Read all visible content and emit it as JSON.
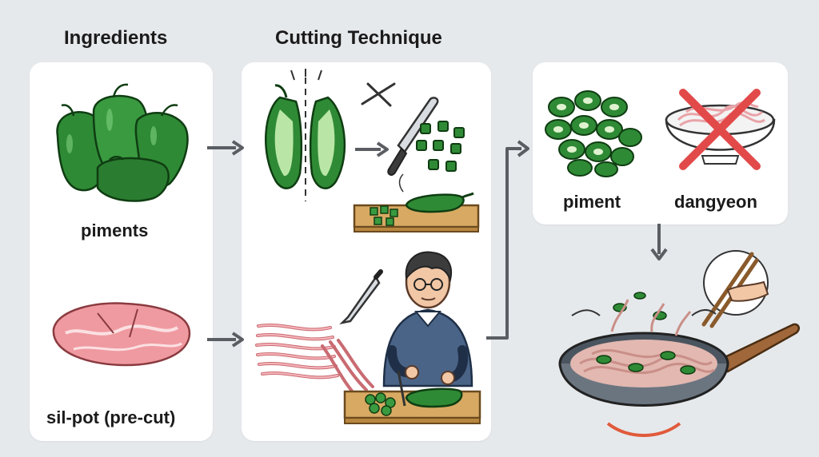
{
  "headings": {
    "ingredients": "Ingredients",
    "cutting": "Cutting Technique"
  },
  "labels": {
    "piments": "piments",
    "silpot": "sil-pot (pre-cut)",
    "piment": "piment",
    "dangyeon": "dangyeon"
  },
  "icons": [
    "green-pepper-icon",
    "pork-meat-icon",
    "halved-pepper-icon",
    "scissors-icon",
    "knife-icon",
    "diced-pepper-icon",
    "cutting-board-icon",
    "sliced-meat-icon",
    "chef-person-icon",
    "pepper-rings-icon",
    "noodle-bowl-icon",
    "cross-mark-icon",
    "wok-icon",
    "chopsticks-icon",
    "arrow-icon"
  ],
  "colors": {
    "background": "#e6e9ec",
    "panel": "#ffffff",
    "pepper_green": "#2f8a35",
    "meat_pink": "#ef9aa0",
    "cross_red": "#e24a4a",
    "arrow_gray": "#5a5e63"
  }
}
